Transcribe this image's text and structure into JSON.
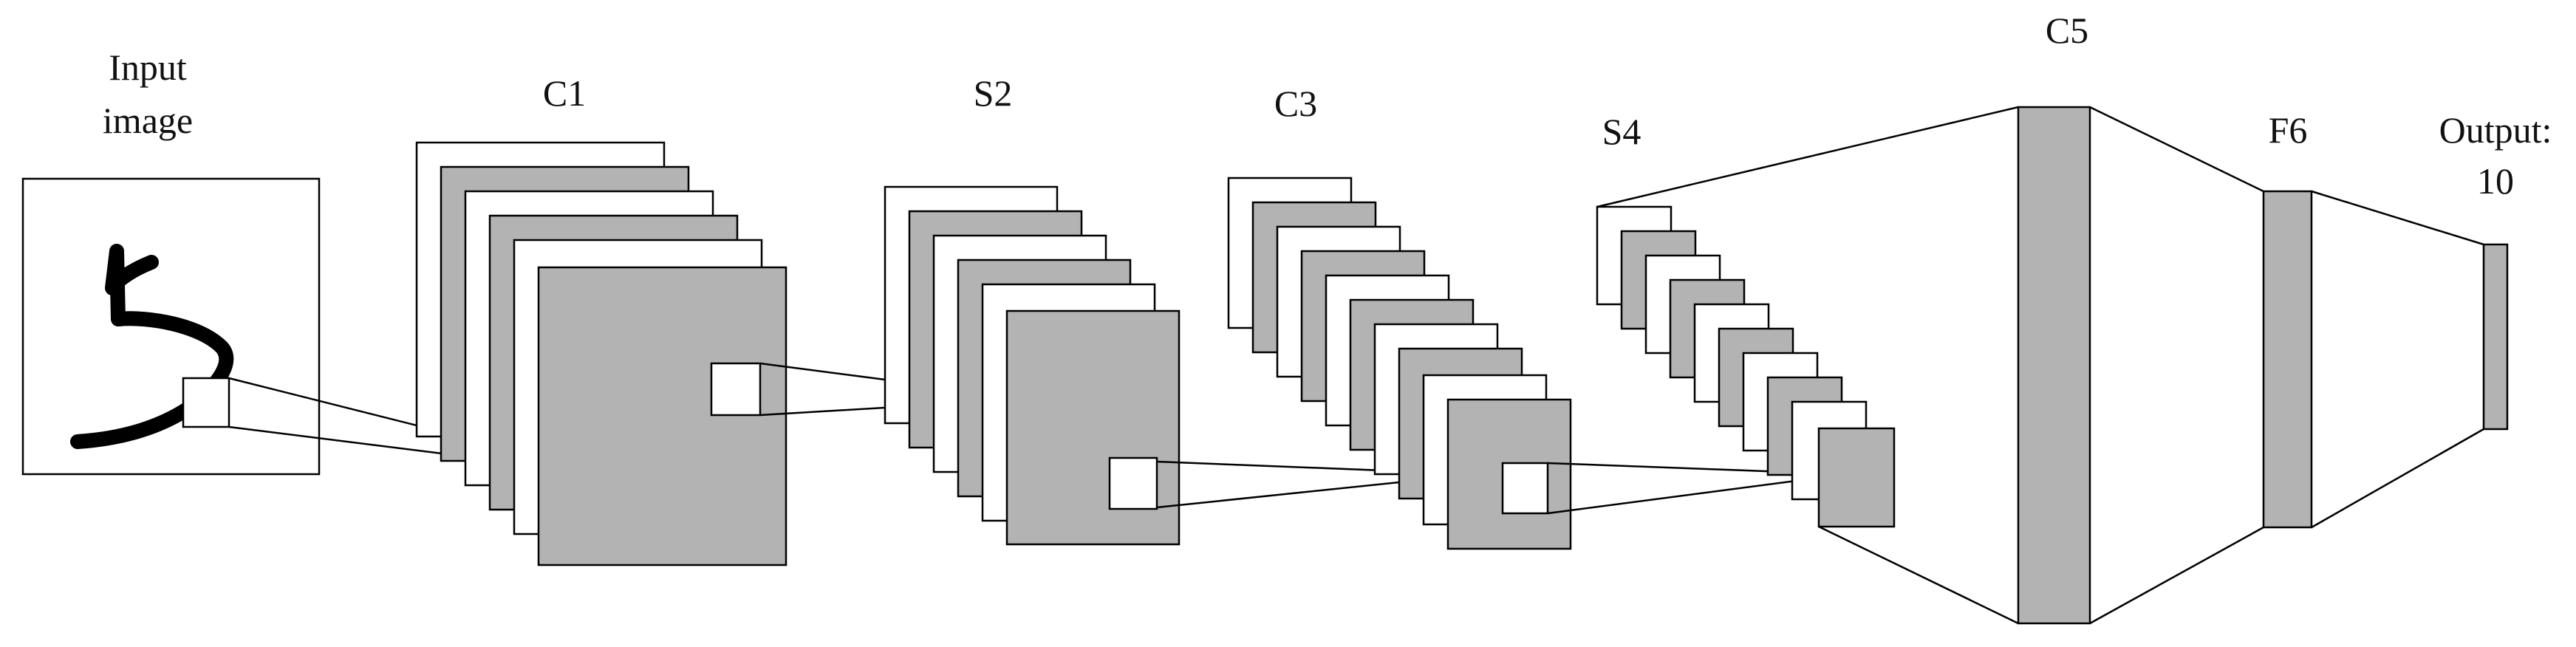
{
  "labels": {
    "input_line1": "Input",
    "input_line2": "image",
    "c1": "C1",
    "s2": "S2",
    "c3": "C3",
    "s4": "S4",
    "c5": "C5",
    "f6": "F6",
    "output_line1": "Output:",
    "output_line2": "10"
  },
  "colors": {
    "white_map": "#ffffff",
    "gray_map": "#b3b3b3",
    "stroke": "#000000",
    "digit_stroke": "#000000"
  }
}
